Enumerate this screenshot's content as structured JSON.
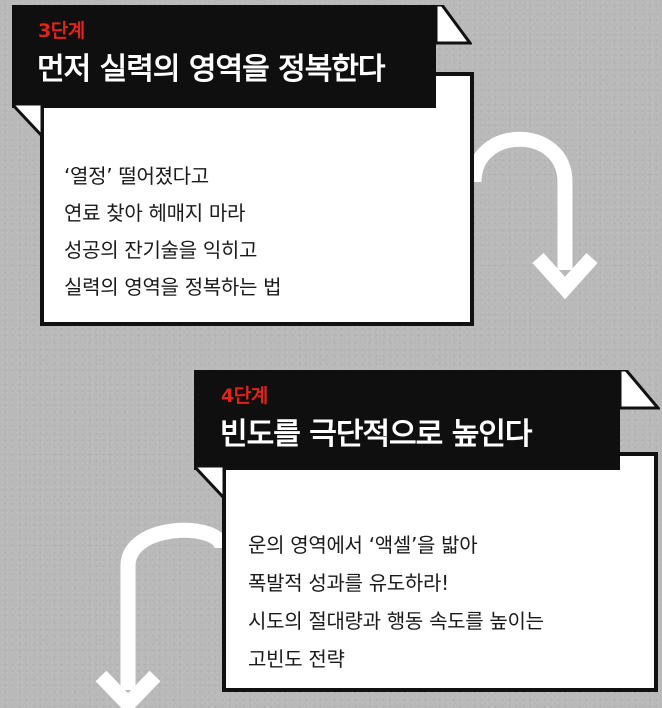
{
  "colors": {
    "background": "#b9b9b9",
    "banner": "#0f0f0f",
    "stage_label": "#e2231a",
    "title": "#ffffff",
    "panel": "#ffffff",
    "arrow": "#ffffff"
  },
  "steps": [
    {
      "stage": "3단계",
      "title": "먼저 실력의 영역을 정복한다",
      "lines": [
        "‘열정’ 떨어졌다고",
        "연료 찾아 헤매지 마라",
        "성공의 잔기술을 익히고",
        "실력의 영역을 정복하는 법"
      ]
    },
    {
      "stage": "4단계",
      "title": "빈도를 극단적으로 높인다",
      "lines": [
        "운의 영역에서 ‘액셀’을 밟아",
        "폭발적 성과를 유도하라!",
        "시도의 절대량과 행동 속도를 높이는",
        "고빈도 전략"
      ]
    }
  ],
  "icons": {
    "arrow_1": "u-turn-down-arrow-icon",
    "arrow_2": "u-turn-down-arrow-icon"
  }
}
